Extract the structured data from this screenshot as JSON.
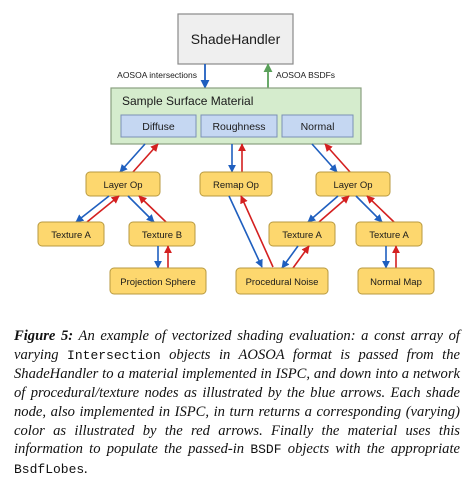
{
  "diagram": {
    "shade_handler": "ShadeHandler",
    "arrow_left_label": "AOSOA intersections",
    "arrow_right_label": "AOSOA BSDFs",
    "material_title": "Sample Surface Material",
    "material_slots": [
      "Diffuse",
      "Roughness",
      "Normal"
    ],
    "layer_op_left": "Layer Op",
    "remap_op": "Remap Op",
    "layer_op_right": "Layer Op",
    "texture_a_left": "Texture A",
    "texture_b": "Texture B",
    "texture_a_mid": "Texture A",
    "texture_a_right": "Texture A",
    "projection_sphere": "Projection Sphere",
    "procedural_noise": "Procedural Noise",
    "normal_map": "Normal Map",
    "colors": {
      "blue_arrow": "#1f5fbf",
      "red_arrow": "#d42020",
      "green_arrow": "#5aa05a",
      "node_fill": "#fdd76e",
      "material_fill": "#d5eccd",
      "slot_fill": "#c5d7f2"
    }
  },
  "caption": {
    "label": "Figure 5:",
    "t1": " An example of vectorized shading evaluation: a const array of varying ",
    "code1": "Intersection",
    "t2": " objects in AOSOA format is passed from the ShadeHandler to a material implemented in ISPC, and down into a network of procedural/texture nodes as illustrated by the blue arrows. Each shade node, also implemented in ISPC, in turn returns a corresponding (varying) color as illustrated by the red arrows. Finally the material uses this information to populate the passed-in ",
    "code2": "BSDF",
    "t3": " objects with the appropriate ",
    "code3": "BsdfLobes",
    "t4": "."
  }
}
